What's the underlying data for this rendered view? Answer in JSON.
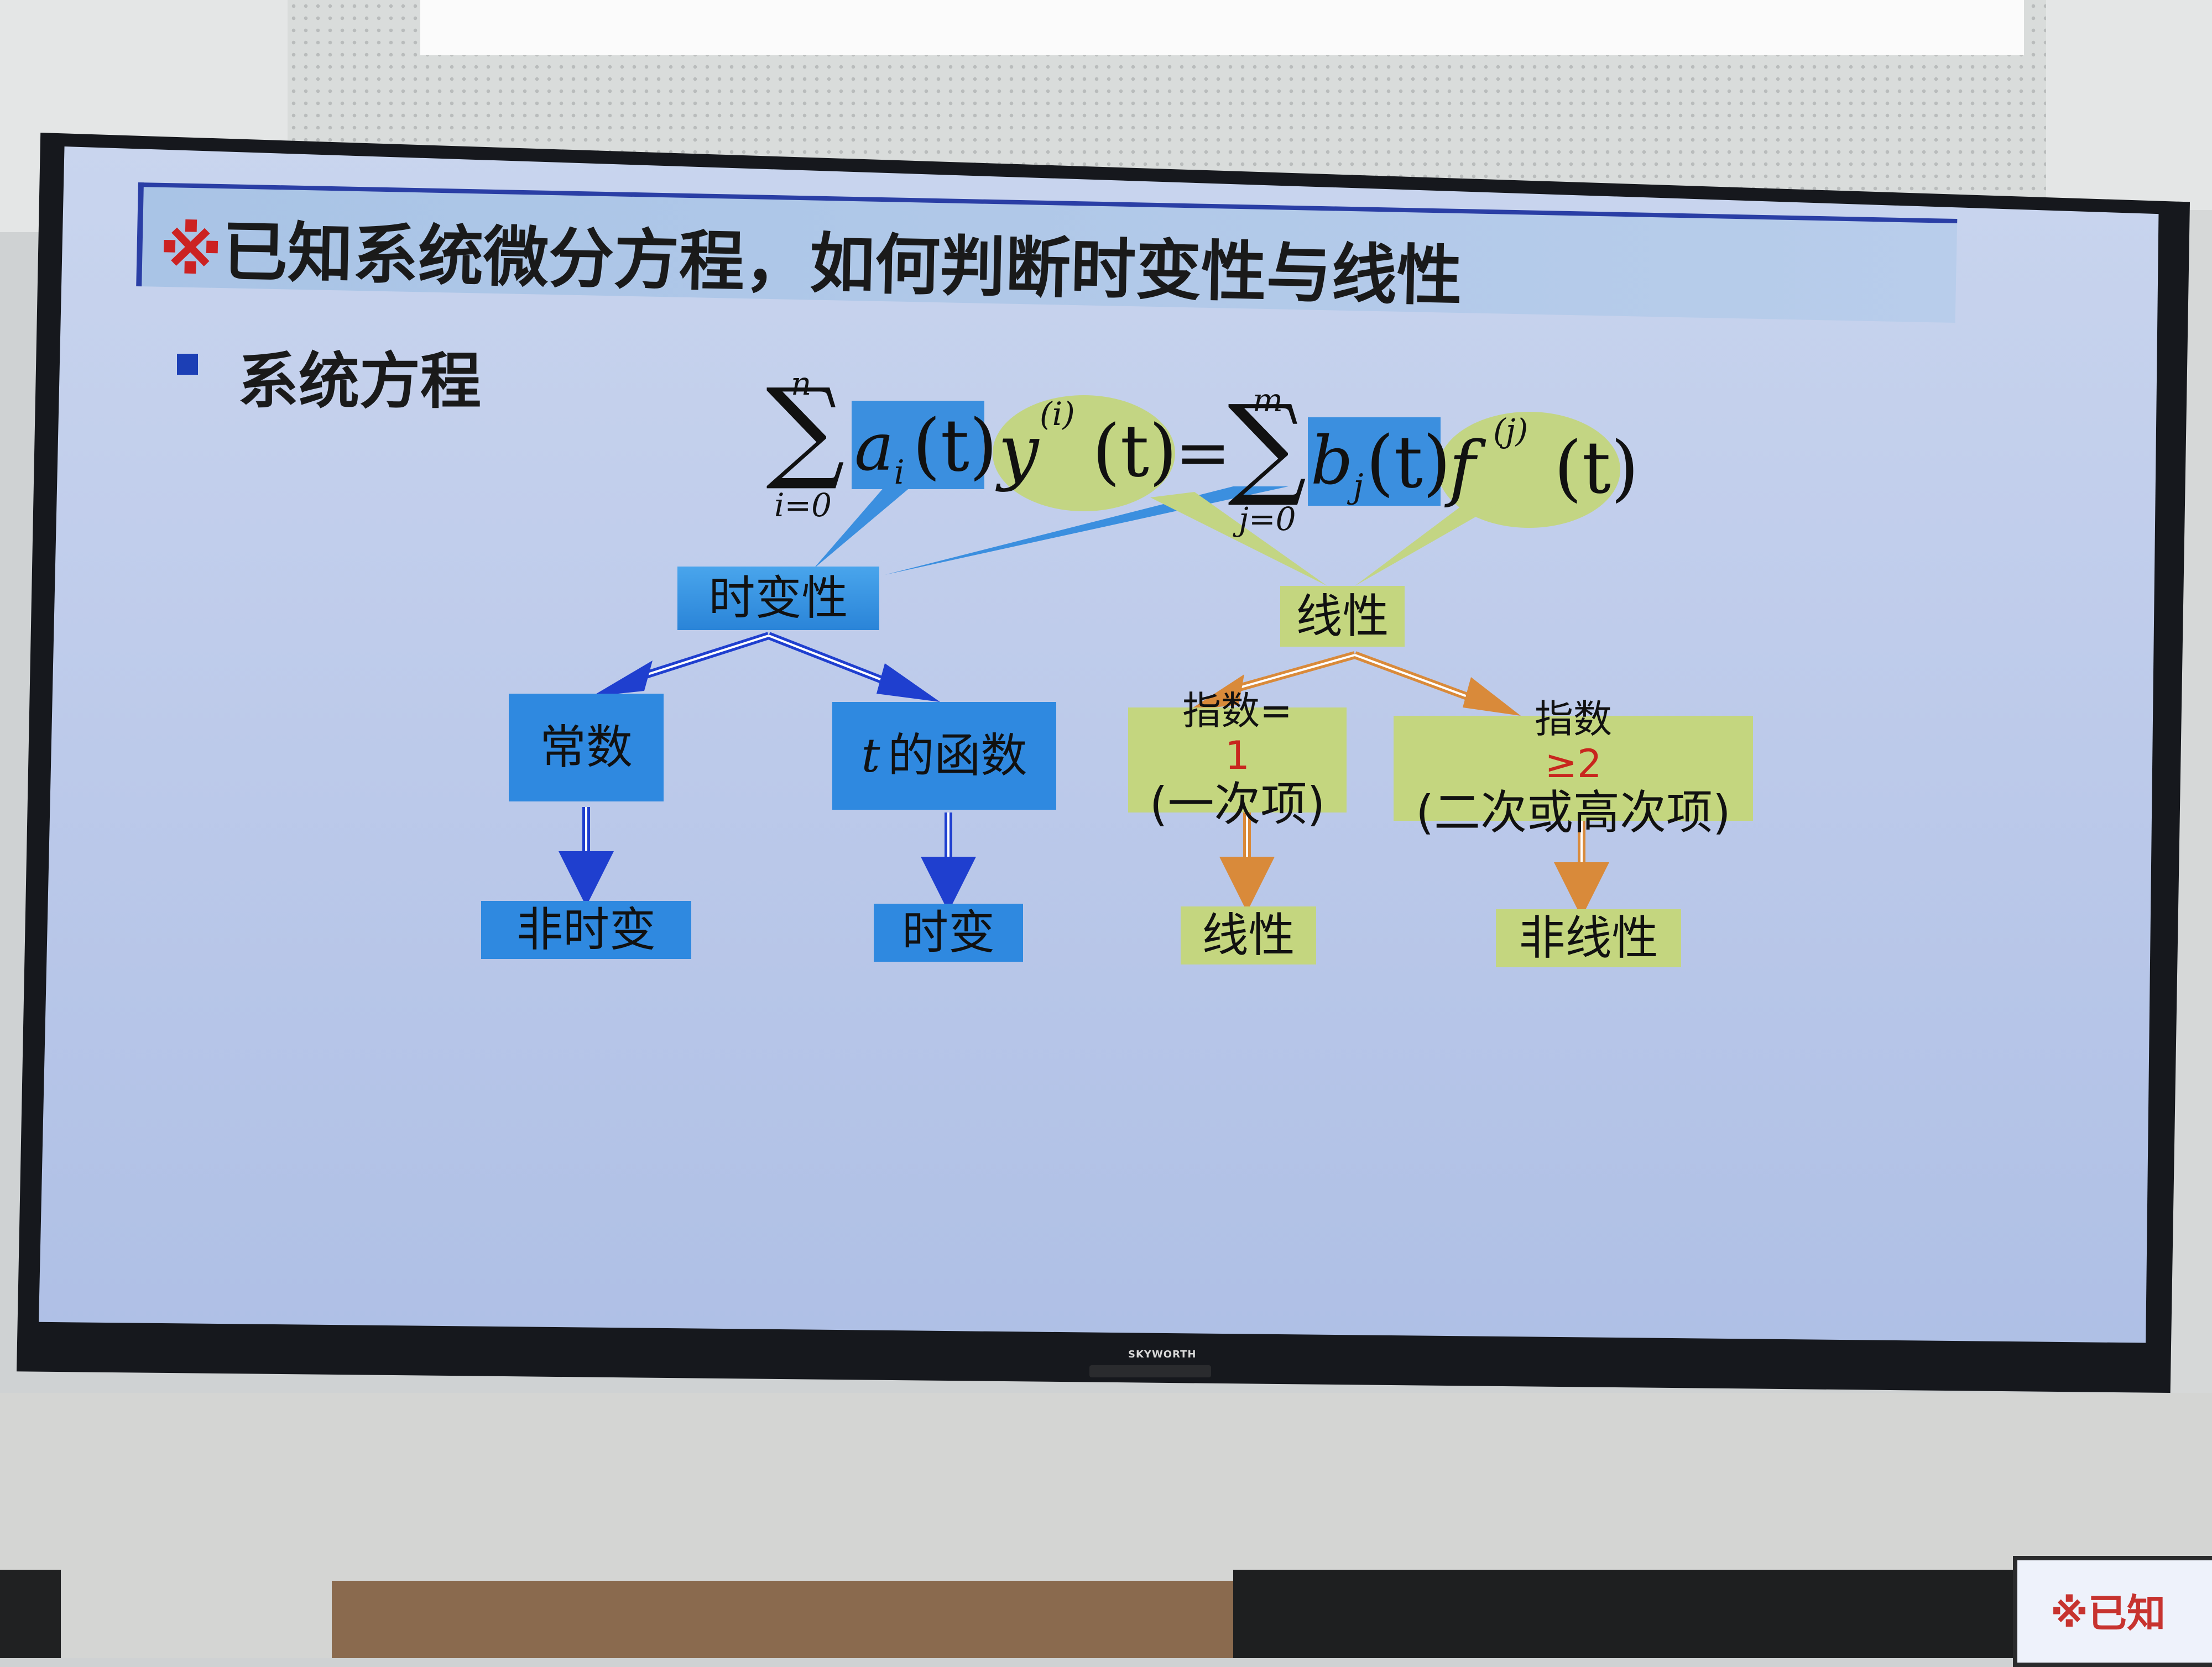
{
  "slide": {
    "title_mark": "※",
    "title": "已知系统微分方程，如何判断时变性与线性",
    "section": "系统方程"
  },
  "equation": {
    "sum1_upper": "n",
    "sum1_lower": "i=0",
    "a_term": "a",
    "a_sub": "i",
    "paren_t": "(t)",
    "y_term": "y",
    "y_sup": "(i)",
    "equals": "=",
    "sum2_upper": "m",
    "sum2_lower": "j=0",
    "b_term": "b",
    "b_sub": "j",
    "f_term": "f",
    "f_sup": "(j)"
  },
  "tree": {
    "time_variance": "时变性",
    "linearity": "线性",
    "constant": "常数",
    "t_func_var": "t",
    "t_func_text": "的函数",
    "time_invariant": "非时变",
    "time_variant": "时变",
    "exp1_label": "指数=",
    "exp1_value": "1",
    "exp1_desc": "(一次项)",
    "exp2_label": "指数",
    "exp2_value": "≥2",
    "exp2_desc": "(二次或高次项)",
    "linear": "线性",
    "nonlinear": "非线性"
  },
  "tv": {
    "brand": "SKYWORTH"
  },
  "background": {
    "second_screen_title": "※已知"
  },
  "colors": {
    "blue_box": "#2f89e0",
    "green_box": "#c4d67f",
    "blue_arrow": "#1f3fcf",
    "orange_arrow": "#d98a3a",
    "title_mark": "#cc2222"
  }
}
